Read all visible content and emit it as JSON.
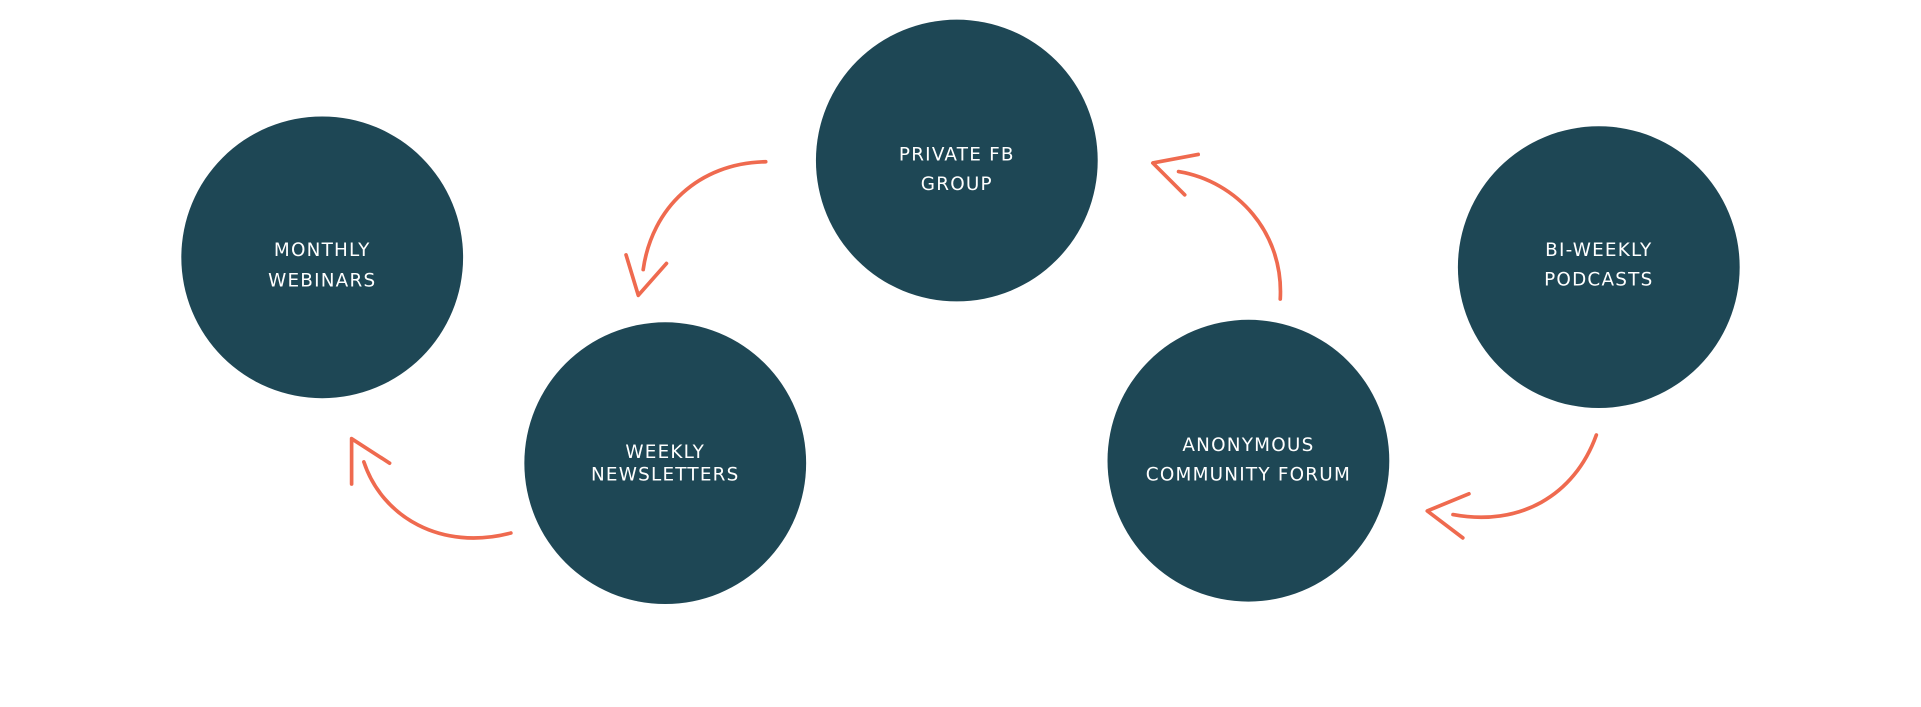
{
  "colors": {
    "node": "#1e4755",
    "arrow": "#ef6a4f",
    "text": "#ffffff"
  },
  "nodes": [
    {
      "id": "monthly-webinars",
      "lines": [
        "MONTHLY",
        "WEBINARS"
      ]
    },
    {
      "id": "private-fb-group",
      "lines": [
        "PRIVATE FB",
        "GROUP"
      ]
    },
    {
      "id": "weekly-newsletters",
      "lines": [
        "WEEKLY",
        "NEWSLETTERS"
      ]
    },
    {
      "id": "anonymous-community-forum",
      "lines": [
        "ANONYMOUS",
        "COMMUNITY FORUM"
      ]
    },
    {
      "id": "bi-weekly-podcasts",
      "lines": [
        "BI-WEEKLY",
        "PODCASTS"
      ]
    }
  ],
  "edges": [
    {
      "from": "private-fb-group",
      "to": "weekly-newsletters"
    },
    {
      "from": "weekly-newsletters",
      "to": "monthly-webinars"
    },
    {
      "from": "anonymous-community-forum",
      "to": "private-fb-group"
    },
    {
      "from": "bi-weekly-podcasts",
      "to": "anonymous-community-forum"
    }
  ]
}
